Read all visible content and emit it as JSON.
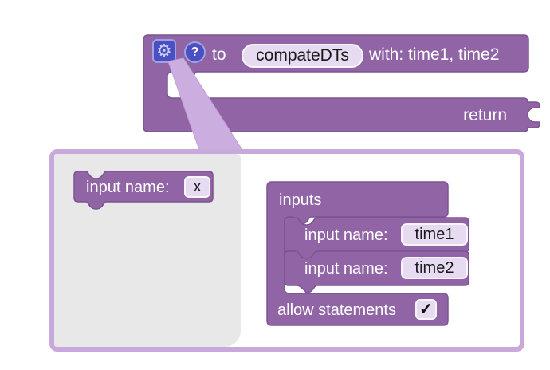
{
  "colors": {
    "page_bg": "#FFFFFF",
    "block_purple": "#9164A6",
    "block_border": "#7A5590",
    "field_bg": "#E6DBF0",
    "field_border": "#F8F5FB",
    "field_text": "#1A1A1A",
    "label_text": "#FFFFFF",
    "bubble_border": "#C9A9DB",
    "bubble_bg": "#FFFFFF",
    "bubble_arrow": "#CBAEDF",
    "flyout_bg": "#E8E8E8",
    "icon_bg": "#4A4FC4",
    "icon_border": "#9EA3E0",
    "icon_glyph": "#C9CDF4"
  },
  "icons": {
    "gear": "⚙",
    "help": "?",
    "check": "✓"
  },
  "definition_block": {
    "prefix_label": "to",
    "name_field": "compateDTs",
    "params_label": "with: time1, time2",
    "return_label": "return"
  },
  "mutator": {
    "flyout_block": {
      "label": "input name:",
      "field": "x"
    },
    "container": {
      "title": "inputs",
      "children": [
        {
          "label": "input name:",
          "field": "time1"
        },
        {
          "label": "input name:",
          "field": "time2"
        }
      ],
      "statements_label": "allow statements",
      "statements_checked": "✓"
    }
  }
}
